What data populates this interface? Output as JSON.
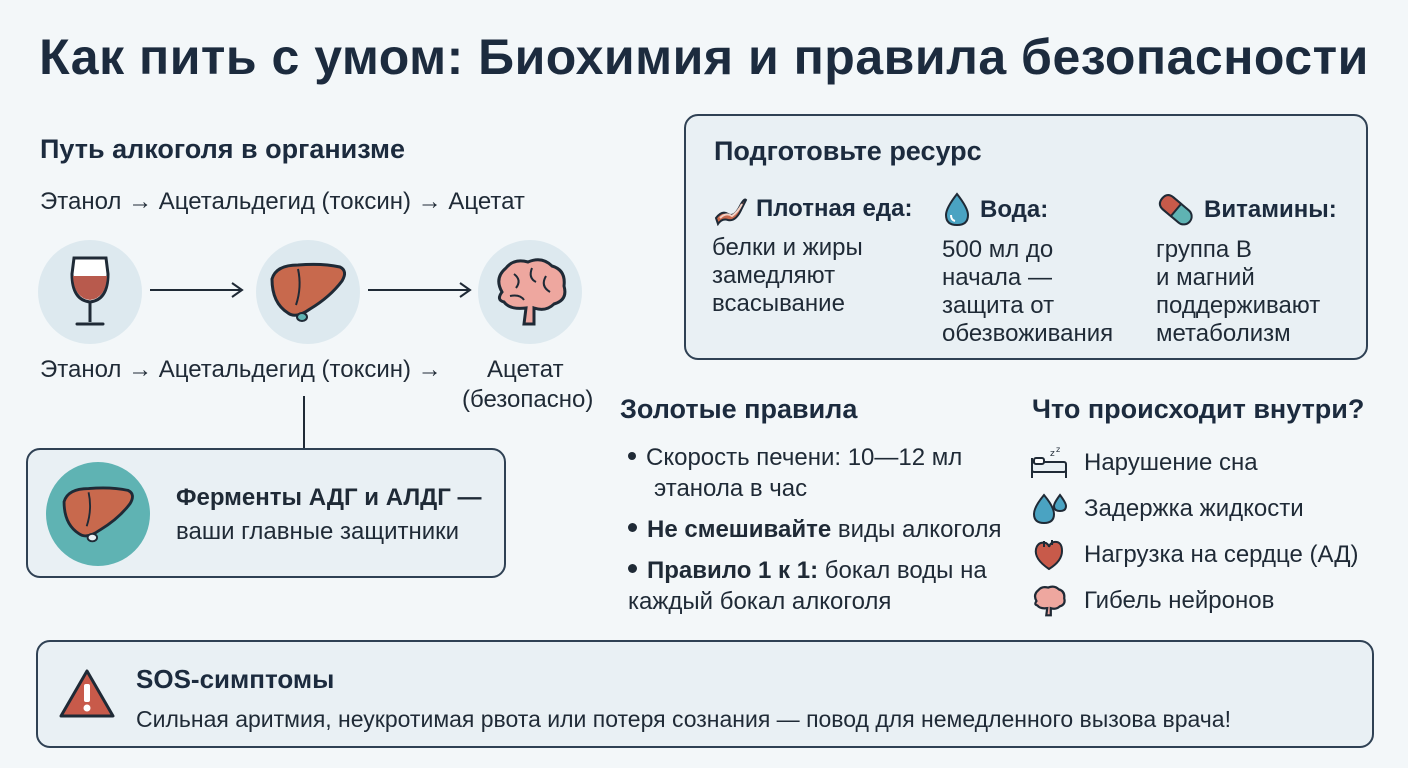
{
  "title": "Как пить с умом: Биохимия и правила безопасности",
  "path": {
    "heading": "Путь алкоголя в организме",
    "flow_top": "Этанол → Ацетальдегид (токсин) → Ацетат",
    "flow_bottom_left": "Этанол → Ацетальдегид (токсин) →",
    "flow_bottom_right": "Ацетат",
    "flow_bottom_note": "(безопасно)",
    "icons": [
      "wine-glass-icon",
      "liver-icon",
      "brain-icon"
    ],
    "enzymes_title": "Ферменты АДГ и АЛДГ —",
    "enzymes_text": "ваши главные защитники"
  },
  "resource": {
    "heading": "Подготовьте ресурс",
    "items": [
      {
        "icon": "bacon-icon",
        "label": "Плотная еда:",
        "lines": [
          "белки и жиры",
          "замедляют",
          "всасывание"
        ]
      },
      {
        "icon": "water-drop-icon",
        "label": "Вода:",
        "lines": [
          "500 мл до",
          "начала —",
          "защита от",
          "обезвоживания"
        ]
      },
      {
        "icon": "pill-icon",
        "label": "Витамины:",
        "lines": [
          "группа В",
          "и магний",
          "поддерживают",
          "метаболизм"
        ]
      }
    ]
  },
  "rules": {
    "heading": "Золотые правила",
    "r1_line1": "Скорость печени: 10—12 мл",
    "r1_line2": "этанола в час",
    "r2_bold": "Не смешивайте",
    "r2_rest": " виды алкоголя",
    "r3_bold": "Правило 1 к 1:",
    "r3_rest": " бокал воды на",
    "r3_line2": "каждый бокал алкоголя"
  },
  "inside": {
    "heading": "Что происходит внутри?",
    "items": [
      {
        "icon": "sleep-bed-icon",
        "label": "Нарушение сна"
      },
      {
        "icon": "water-drops-icon",
        "label": "Задержка жидкости"
      },
      {
        "icon": "heart-icon",
        "label": "Нагрузка на сердце (АД)"
      },
      {
        "icon": "brain-icon",
        "label": "Гибель нейронов"
      }
    ]
  },
  "sos": {
    "title": "SOS-симптомы",
    "text": "Сильная аритмия, неукротимая рвота или потеря сознания — повод для немедленного вызова врача!"
  },
  "colors": {
    "navy": "#1c2b3e",
    "panel": "#e9f0f4",
    "liver": "#c8694d",
    "teal": "#5fb3b3",
    "warning": "#c85a4a",
    "drop": "#4aa3c2"
  }
}
